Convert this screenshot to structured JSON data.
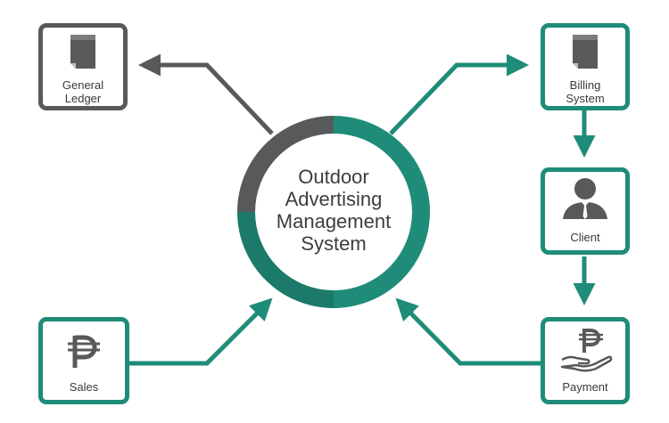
{
  "center": {
    "lines": [
      "Outdoor",
      "Advertising",
      "Management",
      "System"
    ]
  },
  "nodes": {
    "general_ledger": {
      "lines": [
        "General",
        "Ledger"
      ],
      "icon": "document-icon"
    },
    "billing_system": {
      "lines": [
        "Billing",
        "System"
      ],
      "icon": "document-icon"
    },
    "client": {
      "lines": [
        "Client"
      ],
      "icon": "person-icon"
    },
    "sales": {
      "lines": [
        "Sales"
      ],
      "icon": "peso-icon"
    },
    "payment": {
      "lines": [
        "Payment"
      ],
      "icon": "peso-hand-icon"
    }
  },
  "colors": {
    "gray": "#58595b",
    "green": "#1e8c78",
    "green_dark": "#1b7a69",
    "white": "#ffffff"
  }
}
